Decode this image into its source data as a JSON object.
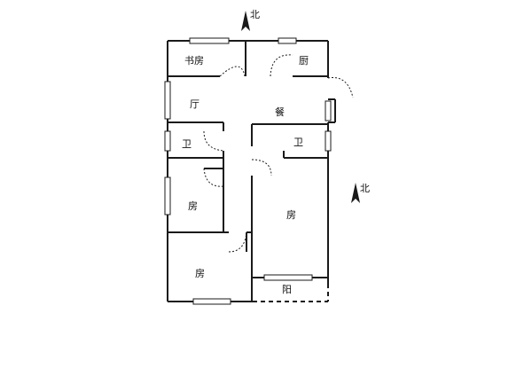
{
  "compass": {
    "top": {
      "label": "北",
      "icon": "north-arrow-icon"
    },
    "right": {
      "label": "北",
      "icon": "north-arrow-icon"
    }
  },
  "rooms": {
    "study": "书房",
    "kitchen": "厨",
    "living": "厅",
    "dining": "餐",
    "bath_left": "卫",
    "bath_right": "卫",
    "bedroom_mid": "房",
    "bedroom_large": "房",
    "bedroom_bottom": "房",
    "balcony": "阳"
  },
  "colors": {
    "wall": "#1a1a1a",
    "background": "#ffffff"
  }
}
